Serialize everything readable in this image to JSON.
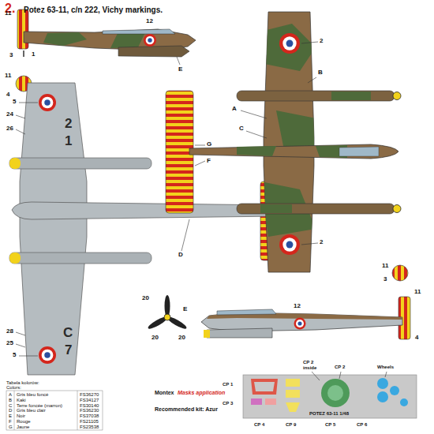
{
  "diagram": {
    "title": "Potez 63-11, c/n 222, Vichy markings.",
    "labels": [
      "2.",
      "11",
      "12",
      "3",
      "1",
      "E",
      "11",
      "4",
      "2",
      "B",
      "A",
      "C",
      "5",
      "24",
      "26",
      "G",
      "F",
      "2",
      "1",
      "D",
      "2",
      "20",
      "E",
      "20",
      "20",
      "11",
      "3",
      "12",
      "11",
      "4",
      "28",
      "C",
      "7",
      "25",
      "5",
      "Tabela kolorów:",
      "Colors:",
      "A",
      "Gris bleu foncé",
      "FS36270",
      "B",
      "Kaki",
      "FS34127",
      "C",
      "Terre foncée (marron)",
      "FS30140",
      "D",
      "Gris bleu clair",
      "FS36230",
      "E",
      "Noir",
      "FS37038",
      "F",
      "Rouge",
      "FS21105",
      "G",
      "Jaune",
      "FS23538",
      "Montex",
      "Masks application",
      "Recommended kit: Azur",
      "CP 2",
      "inside",
      "CP 2",
      "Wheels",
      "CP 1",
      "CP 3",
      "POTEZ 63-11 1/48",
      "CP 4",
      "CP 9",
      "CP 5",
      "CP 6"
    ]
  }
}
